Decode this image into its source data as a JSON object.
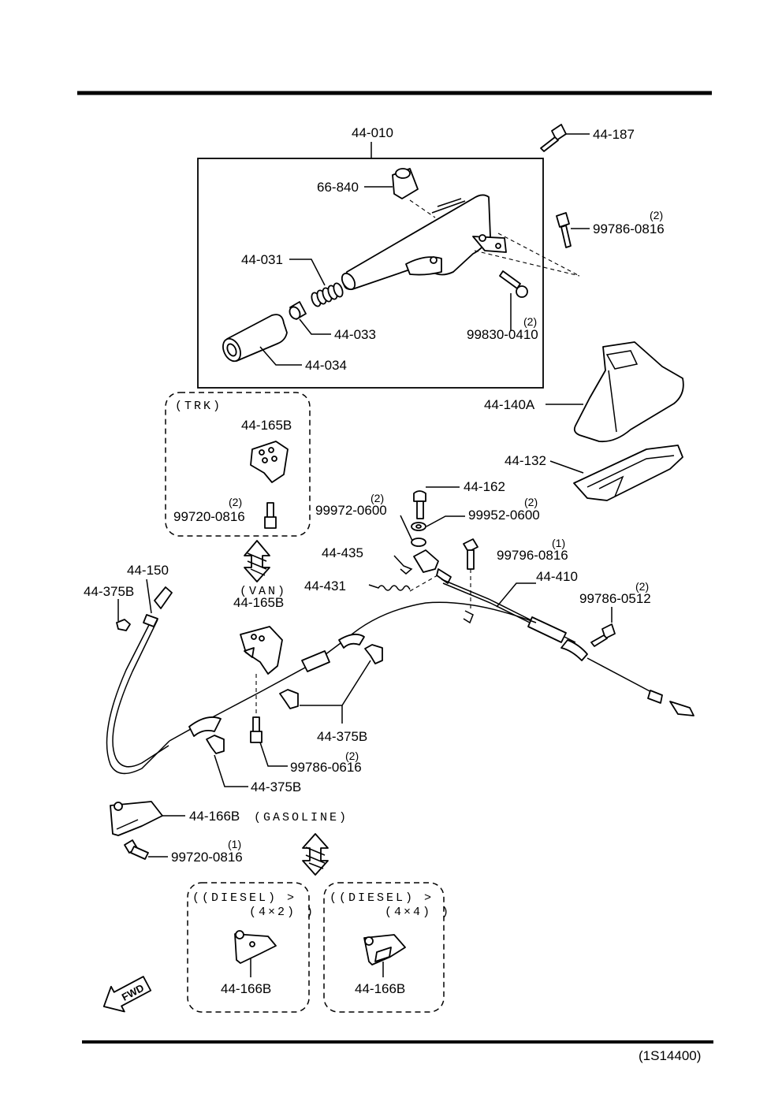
{
  "parts": {
    "p44010": "44-010",
    "p44187": "44-187",
    "p66840": "66-840",
    "p99786_0816": "99786-0816",
    "p99786_0816_qty": "(2)",
    "p44031": "44-031",
    "p44033": "44-033",
    "p44034": "44-034",
    "p99830_0410": "99830-0410",
    "p99830_0410_qty": "(2)",
    "p44140A": "44-140A",
    "p44132": "44-132",
    "p44162": "44-162",
    "p99972_0600": "99972-0600",
    "p99972_0600_qty": "(2)",
    "p99952_0600": "99952-0600",
    "p99952_0600_qty": "(2)",
    "p44435": "44-435",
    "p99796_0816": "99796-0816",
    "p99796_0816_qty": "(1)",
    "p44431": "44-431",
    "p44410": "44-410",
    "p99786_0512": "99786-0512",
    "p99786_0512_qty": "(2)",
    "p44150": "44-150",
    "p44375B_left": "44-375B",
    "p44165B_trk": "44-165B",
    "p99720_0816_trk": "99720-0816",
    "p99720_0816_trk_qty": "(2)",
    "p44165B_van": "44-165B",
    "p44375B_mid": "44-375B",
    "p99786_0616": "99786-0616",
    "p99786_0616_qty": "(2)",
    "p44375B_low": "44-375B",
    "p44166B": "44-166B",
    "p99720_0816": "99720-0816",
    "p99720_0816_qty": "(1)",
    "p44166B_d4x2": "44-166B",
    "p44166B_d4x4": "44-166B"
  },
  "groups": {
    "trk": "(TRK)",
    "van": "(VAN)",
    "gasoline": "(GASOLINE)",
    "diesel_4x2_line1": "((DIESEL) >",
    "diesel_4x2_line2": "(4×2) )",
    "diesel_4x4_line1": "((DIESEL) >",
    "diesel_4x4_line2": "(4×4) )"
  },
  "fwd_label": "FWD",
  "figure_code": "(1S14400)"
}
